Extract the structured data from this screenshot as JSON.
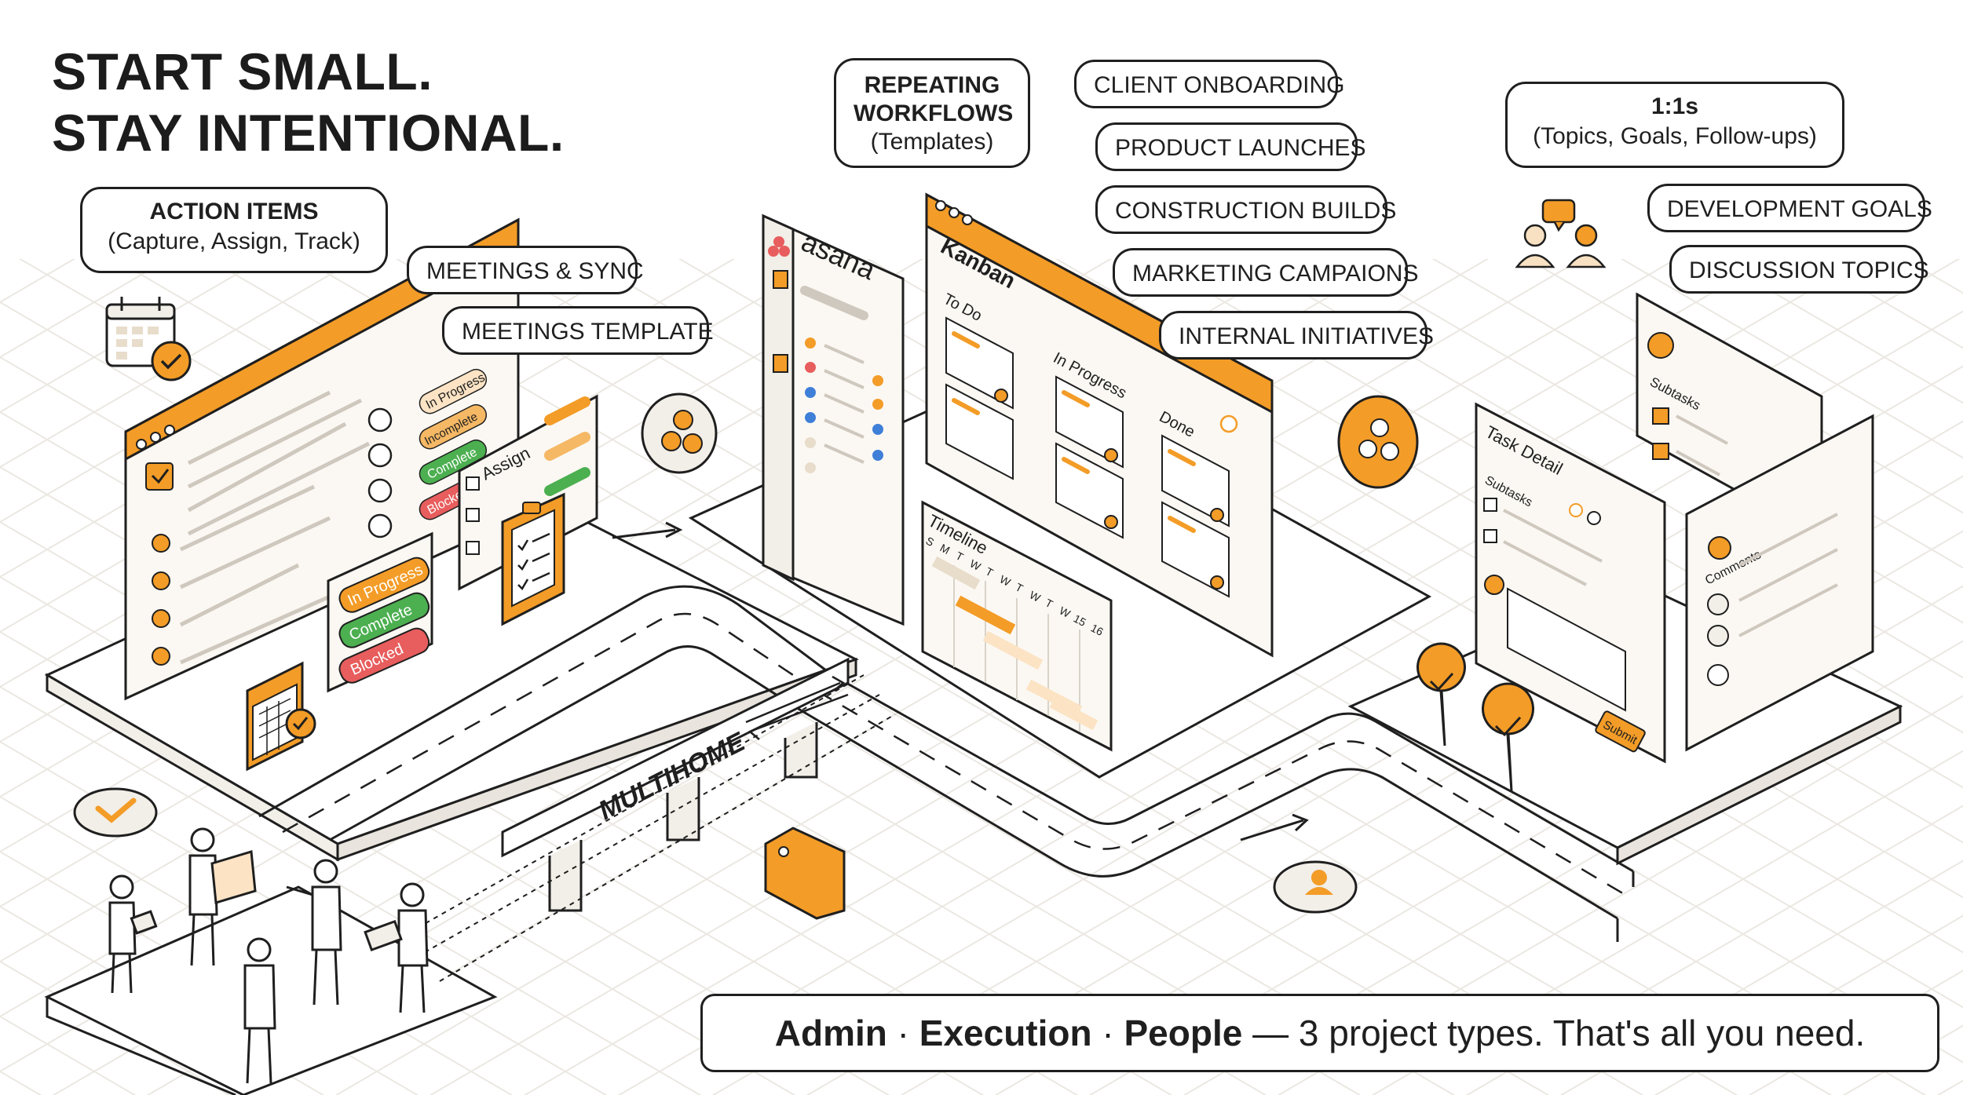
{
  "headline": {
    "line1": "START SMALL.",
    "line2": "STAY INTENTIONAL."
  },
  "callouts": {
    "action_items": {
      "title": "ACTION ITEMS",
      "subtitle": "(Capture, Assign, Track)"
    },
    "meetings_sync": "MEETINGS & SYNC",
    "meetings_template": "MEETINGS TEMPLATE",
    "repeating_workflows": {
      "title_line1": "REPEATING",
      "title_line2": "WORKFLOWS",
      "subtitle": "(Templates)"
    },
    "client_onboarding": "CLIENT ONBOARDING",
    "product_launches": "PRODUCT LAUNCHES",
    "construction_builds": "CONSTRUCTION BUILDS",
    "marketing_campaigns": "MARKETING CAMPAIONS",
    "internal_initiatives": "INTERNAL INITIATIVES",
    "one_on_ones": {
      "title": "1:1s",
      "subtitle": "(Topics, Goals, Follow-ups)"
    },
    "development_goals": "DEVELOPMENT GOALS",
    "discussion_topics": "DISCUSSION TOPICS"
  },
  "panels": {
    "status_tags": [
      "In Progress",
      "Complete",
      "Blocked"
    ],
    "status_tags_faded": [
      "In Progress",
      "Incomplete",
      "Complete",
      "Blocked"
    ],
    "assign_label": "Assign",
    "asana_logo": "asana",
    "kanban": {
      "title": "Kanban",
      "columns": [
        "To Do",
        "In Progress",
        "Done"
      ]
    },
    "timeline": {
      "title": "Timeline",
      "days": [
        "S",
        "M",
        "T",
        "W",
        "T",
        "W",
        "T",
        "W",
        "T",
        "W",
        "15",
        "16"
      ]
    },
    "task_detail": {
      "title": "Task Detail",
      "subtasks": "Subtasks",
      "submit": "Submit"
    },
    "subtasks_panel": {
      "label": "Subtasks"
    },
    "comments_panel": {
      "label": "Comments"
    }
  },
  "road_label": "MULTIHOME",
  "footer": {
    "part1": "Admin",
    "sep1": " · ",
    "part2": "Execution",
    "sep2": " · ",
    "part3": "People",
    "rest": " — 3 project types. That's all you need."
  },
  "colors": {
    "accent_orange": "#F39C27",
    "ink": "#1F1F1F",
    "panel_fill": "#FBF8F3",
    "green": "#4CAF50",
    "red": "#E85D5D",
    "blue": "#3F7FD8",
    "grid": "#E6E2DC"
  },
  "icons": [
    "calendar-check-icon",
    "clipboard-checklist-icon",
    "team-chat-icon",
    "location-pin-icon",
    "tag-icon",
    "people-group-icon",
    "checkmark-badge-icon"
  ]
}
